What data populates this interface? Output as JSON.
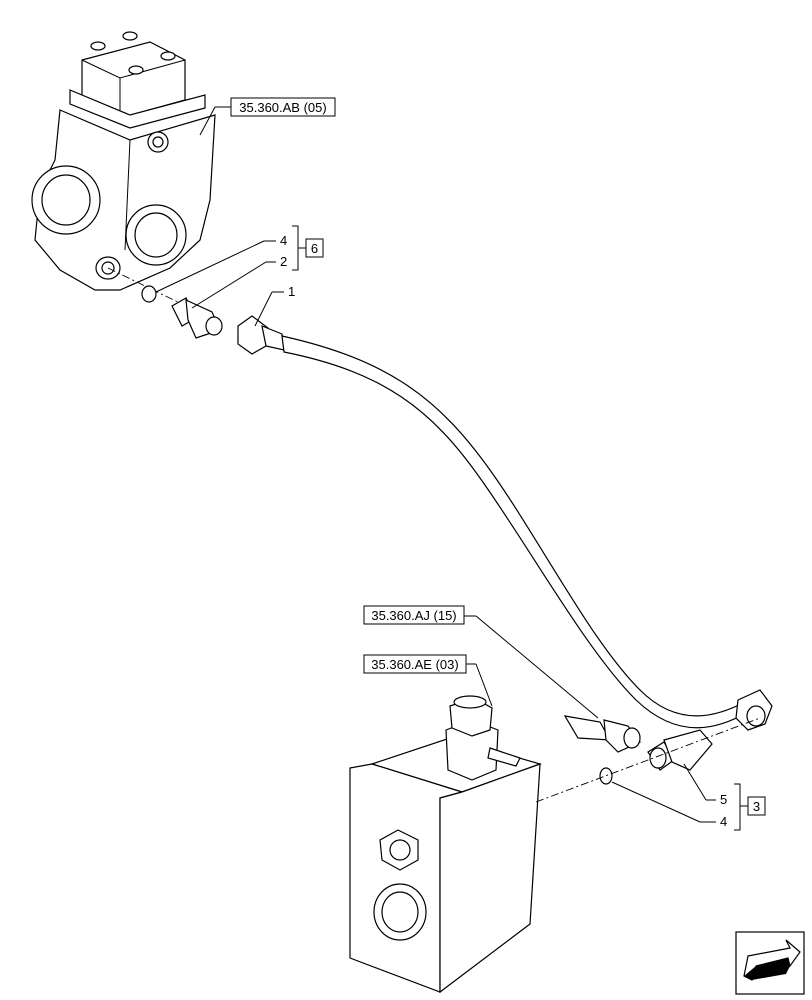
{
  "references": {
    "top_valve": "35.360.AB (05)",
    "hose_fitting": "35.360.AJ (15)",
    "lower_valve": "35.360.AE (03)"
  },
  "callouts": {
    "item_1": "1",
    "item_2": "2",
    "item_4_top": "4",
    "item_5": "5",
    "item_4_bottom": "4"
  },
  "kits": {
    "top_kit": "6",
    "bottom_kit": "3"
  },
  "icons": {
    "nav": "next-page-arrow-icon"
  }
}
